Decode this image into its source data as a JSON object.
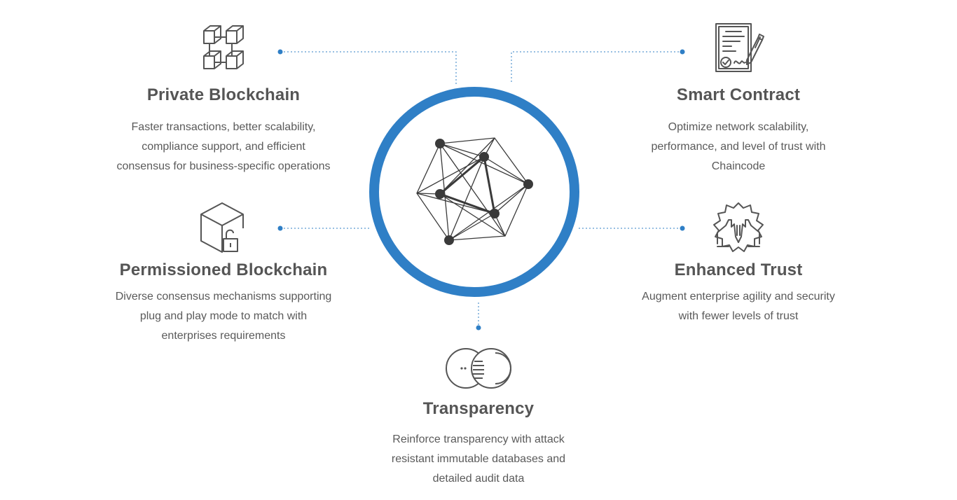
{
  "colors": {
    "accent": "#2f7fc6",
    "icon_stroke": "#555555",
    "text": "#555555"
  },
  "hub": {
    "icon": "hyperledger-logo-icon"
  },
  "features": {
    "private_blockchain": {
      "icon": "blocks-grid-icon",
      "title": "Private Blockchain",
      "lines": [
        "Faster transactions, better scalability,",
        "compliance support, and efficient",
        "consensus for business-specific operations"
      ]
    },
    "smart_contract": {
      "icon": "contract-pen-icon",
      "title": "Smart Contract",
      "lines": [
        "Optimize network scalability,",
        "performance, and level of trust with",
        "Chaincode"
      ]
    },
    "permissioned_blockchain": {
      "icon": "box-padlock-icon",
      "title": "Permissioned Blockchain",
      "lines": [
        "Diverse consensus mechanisms supporting",
        "plug and play mode to match with",
        "enterprises requirements"
      ]
    },
    "enhanced_trust": {
      "icon": "handshake-badge-icon",
      "title": "Enhanced Trust",
      "lines": [
        "Augment enterprise agility and security",
        "with fewer levels of trust"
      ]
    },
    "transparency": {
      "icon": "overlapping-circles-icon",
      "title": "Transparency",
      "lines": [
        "Reinforce transparency with attack",
        "resistant immutable databases and",
        "detailed audit data"
      ]
    }
  }
}
